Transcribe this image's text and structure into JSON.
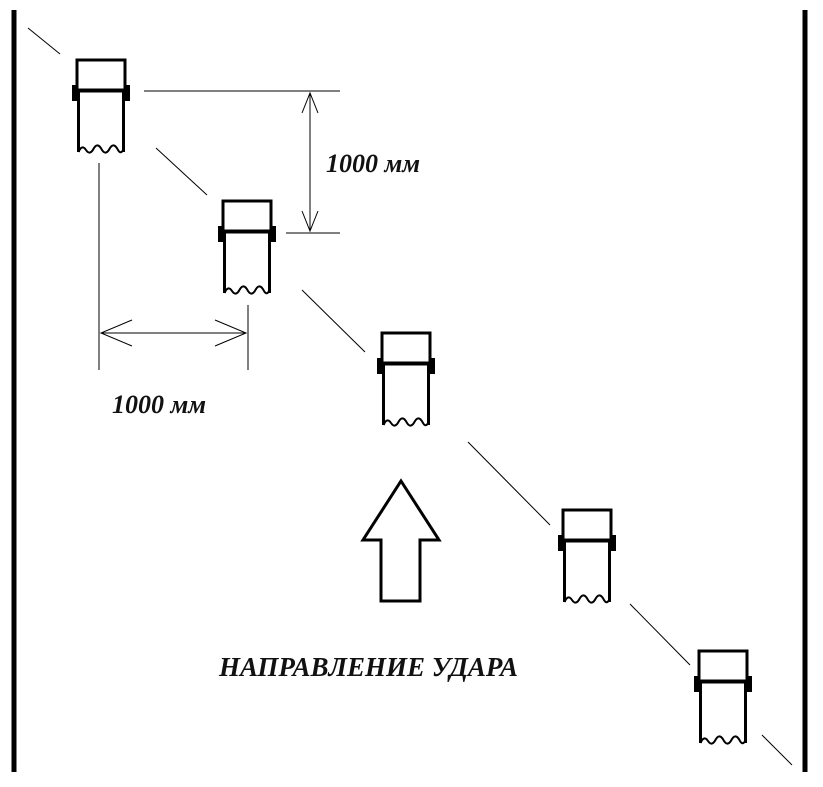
{
  "labels": {
    "vertical_spacing": "1000 мм",
    "horizontal_spacing": "1000 мм",
    "direction_caption": "НАПРАВЛЕНИЕ УДАРА"
  },
  "colors": {
    "stroke": "#000000",
    "background": "#ffffff"
  },
  "icons": {
    "direction": "up-arrow-icon",
    "post": "post-icon"
  }
}
